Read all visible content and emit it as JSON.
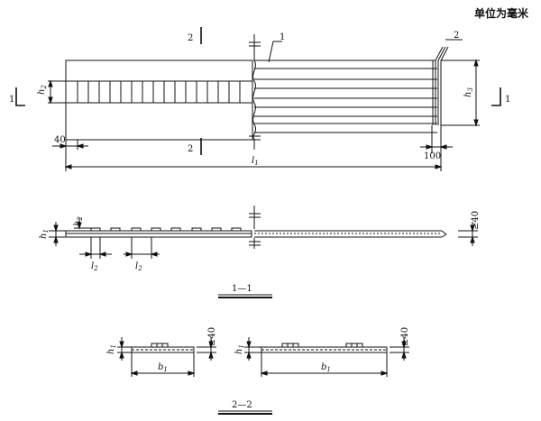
{
  "unit_note": "单位为毫米",
  "plan": {
    "callout_1": "1",
    "callout_2": "2",
    "section_mark_1": "1",
    "section_mark_2": "2",
    "dim_40": "40",
    "dim_100": "100",
    "label_l1": "l",
    "label_l1_sub": "1",
    "label_h2": "h",
    "label_h2_sub": "2",
    "label_h3": "h",
    "label_h3_sub": "3"
  },
  "section_1_1": {
    "title": "1—1",
    "label_h1": "h",
    "label_h1_sub": "1",
    "label_h2": "h",
    "label_h2_sub": "2",
    "label_l2": "l",
    "label_l2_sub": "2",
    "label_ge40": "≥40"
  },
  "section_2_2": {
    "title": "2—2",
    "label_h1": "h",
    "label_h1_sub": "1",
    "label_b1": "b",
    "label_b1_sub": "1",
    "label_ge40": "≥40"
  },
  "colors": {
    "line": "#111111",
    "background": "#ffffff"
  }
}
